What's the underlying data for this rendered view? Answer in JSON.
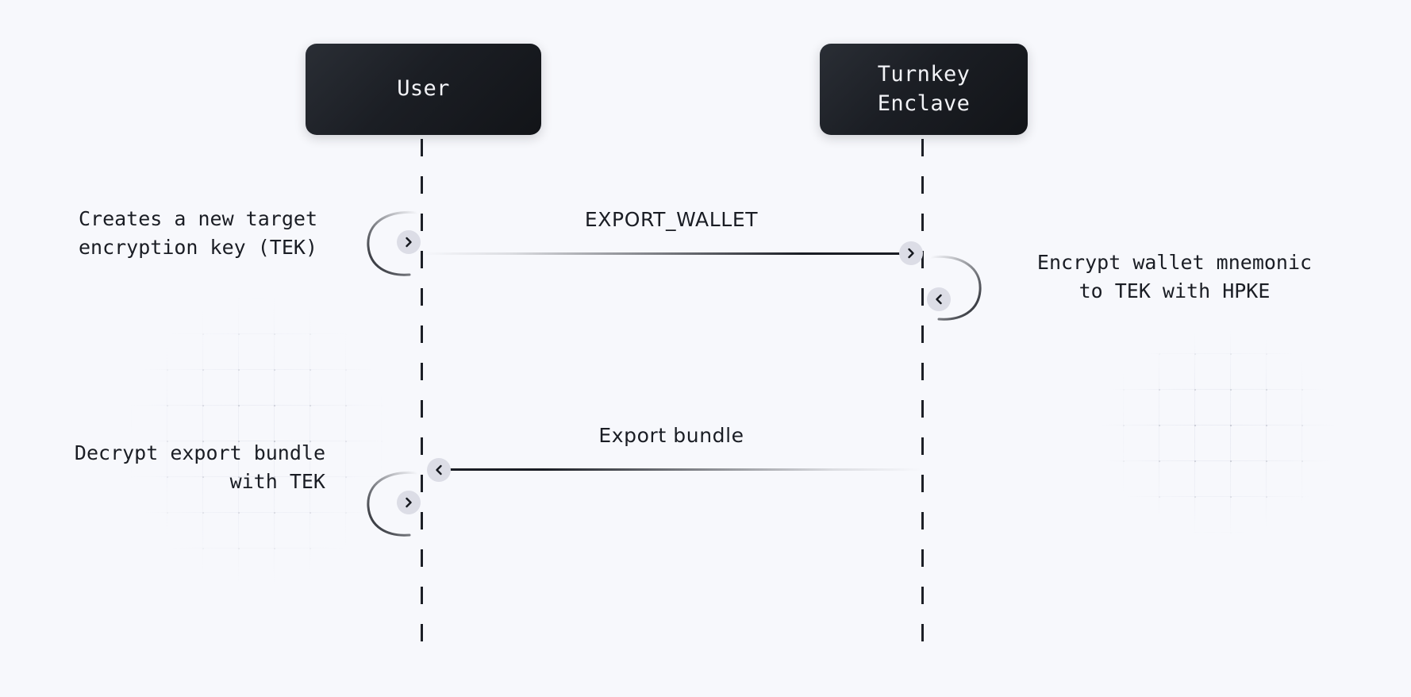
{
  "diagram": {
    "type": "sequence-diagram",
    "background_color": "#f7f8fc",
    "accent_dark": "#1a1d24",
    "badge_color": "#dcdde6",
    "participants": [
      {
        "id": "user",
        "label": "User"
      },
      {
        "id": "enclave",
        "label": "Turnkey\nEnclave"
      }
    ],
    "messages": [
      {
        "id": "export-wallet",
        "label": "EXPORT_WALLET",
        "from": "user",
        "to": "enclave",
        "direction": "right"
      },
      {
        "id": "export-bundle",
        "label": "Export bundle",
        "from": "enclave",
        "to": "user",
        "direction": "left"
      }
    ],
    "self_actions": [
      {
        "id": "create-tek",
        "actor": "user",
        "note": "Creates a new target\nencryption key (TEK)",
        "note_side": "left"
      },
      {
        "id": "encrypt-mnemonic",
        "actor": "enclave",
        "note": "Encrypt wallet mnemonic\nto TEK with HPKE",
        "note_side": "right"
      },
      {
        "id": "decrypt-bundle",
        "actor": "user",
        "note": "Decrypt export bundle\nwith TEK",
        "note_side": "left"
      }
    ]
  }
}
